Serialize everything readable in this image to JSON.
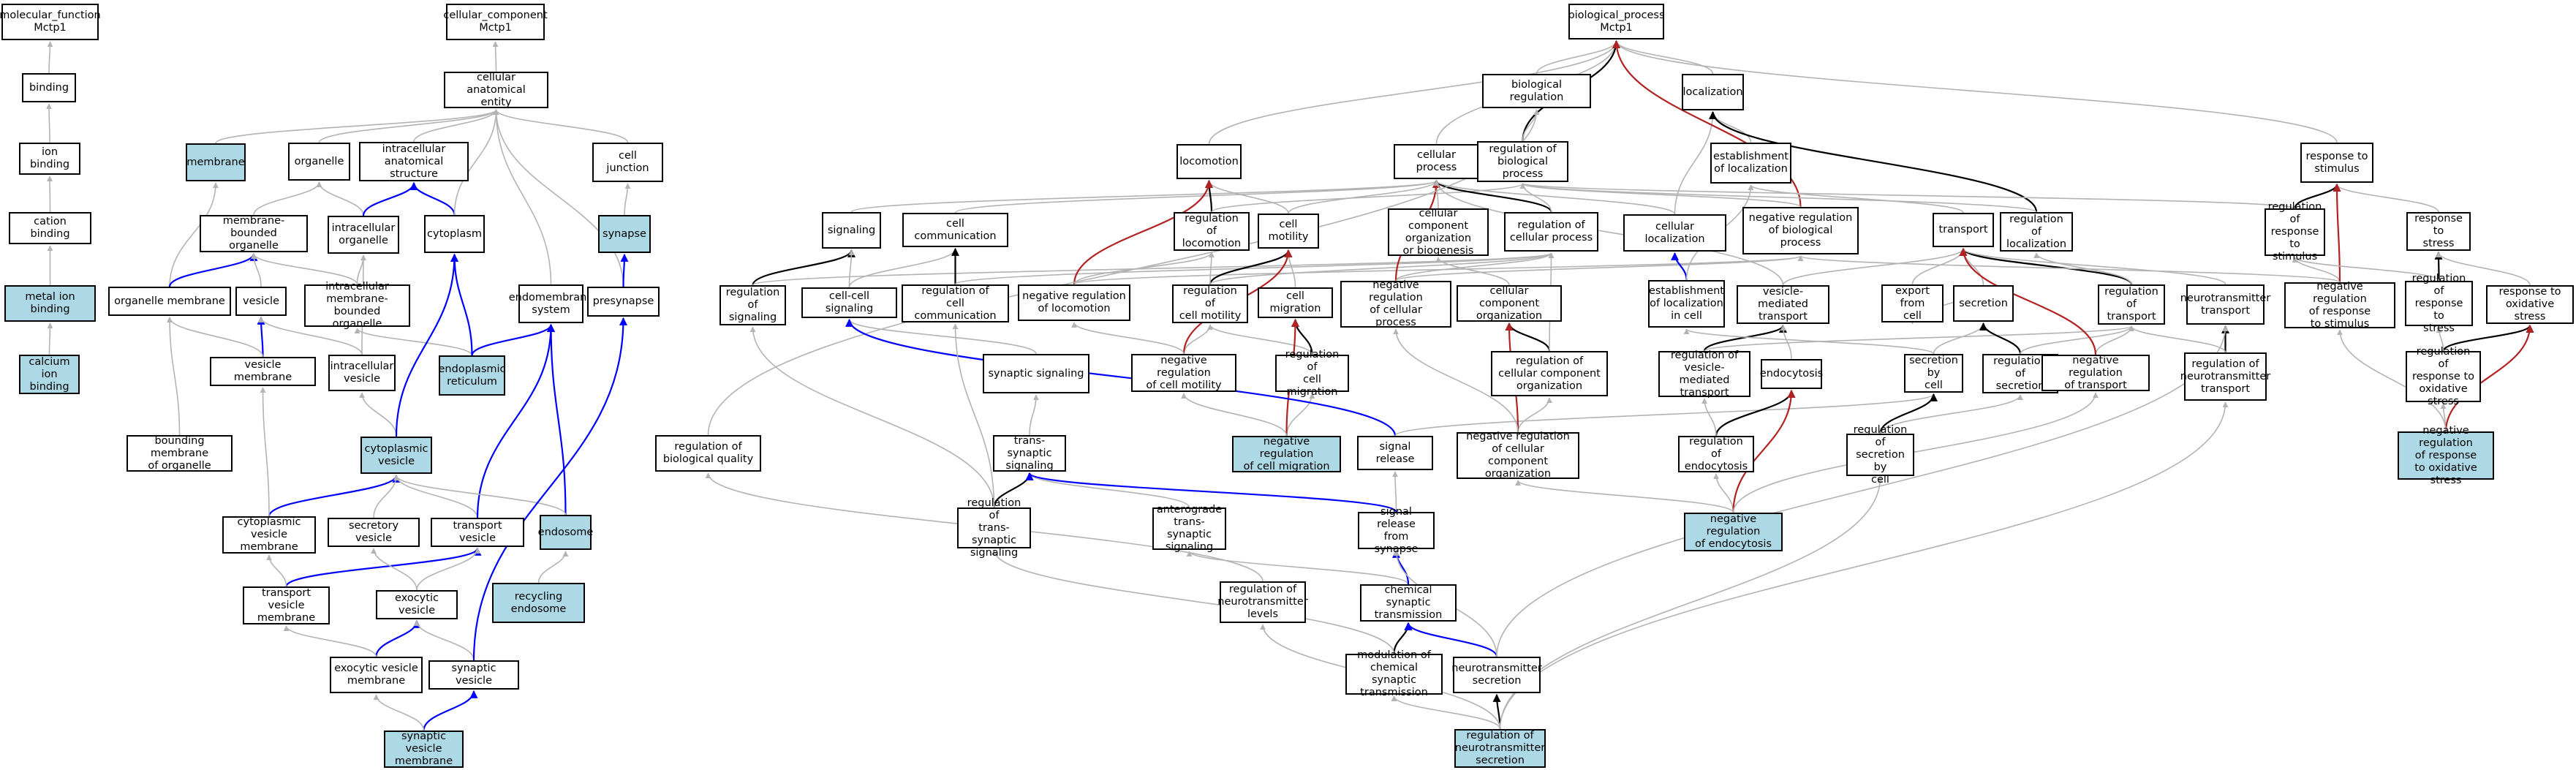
{
  "colors": {
    "highlight": "#add8e6",
    "is_a": "#b3b3b3",
    "part_of": "#0000ff",
    "regulates": "#000000",
    "negatively_regulates": "#b22222"
  },
  "nodes": [
    {
      "id": "mf",
      "label": "molecular_function\nMctp1"
    },
    {
      "id": "binding",
      "label": "binding"
    },
    {
      "id": "ionb",
      "label": "ion binding"
    },
    {
      "id": "cationb",
      "label": "cation binding"
    },
    {
      "id": "metalb",
      "label": "metal ion binding",
      "hl": true
    },
    {
      "id": "cab",
      "label": "calcium ion\nbinding",
      "hl": true
    },
    {
      "id": "cc",
      "label": "cellular_component\nMctp1"
    },
    {
      "id": "cae",
      "label": "cellular anatomical\nentity"
    },
    {
      "id": "membrane",
      "label": "membrane",
      "hl": true
    },
    {
      "id": "organelle",
      "label": "organelle"
    },
    {
      "id": "ias",
      "label": "intracellular\nanatomical structure"
    },
    {
      "id": "celljunction",
      "label": "cell junction"
    },
    {
      "id": "mbo",
      "label": "membrane-bounded\norganelle"
    },
    {
      "id": "intorg",
      "label": "intracellular\norganelle"
    },
    {
      "id": "cytoplasm",
      "label": "cytoplasm"
    },
    {
      "id": "synapse",
      "label": "synapse",
      "hl": true
    },
    {
      "id": "orgmem",
      "label": "organelle membrane"
    },
    {
      "id": "vesicle",
      "label": "vesicle"
    },
    {
      "id": "imbo",
      "label": "intracellular\nmembrane-bounded\norganelle"
    },
    {
      "id": "endosys",
      "label": "endomembrane\nsystem"
    },
    {
      "id": "presyn",
      "label": "presynapse"
    },
    {
      "id": "vesmem",
      "label": "vesicle membrane"
    },
    {
      "id": "intves",
      "label": "intracellular\nvesicle"
    },
    {
      "id": "er",
      "label": "endoplasmic\nreticulum",
      "hl": true
    },
    {
      "id": "bmo",
      "label": "bounding membrane\nof organelle"
    },
    {
      "id": "cytves",
      "label": "cytoplasmic\nvesicle",
      "hl": true
    },
    {
      "id": "cvm",
      "label": "cytoplasmic\nvesicle membrane"
    },
    {
      "id": "secves",
      "label": "secretory vesicle"
    },
    {
      "id": "transves",
      "label": "transport vesicle"
    },
    {
      "id": "endosome",
      "label": "endosome",
      "hl": true
    },
    {
      "id": "tvm",
      "label": "transport vesicle\nmembrane"
    },
    {
      "id": "exoves",
      "label": "exocytic vesicle"
    },
    {
      "id": "recend",
      "label": "recycling endosome",
      "hl": true
    },
    {
      "id": "evm",
      "label": "exocytic vesicle\nmembrane"
    },
    {
      "id": "synves",
      "label": "synaptic vesicle"
    },
    {
      "id": "svm",
      "label": "synaptic vesicle\nmembrane",
      "hl": true
    },
    {
      "id": "bp",
      "label": "biological_process\nMctp1"
    },
    {
      "id": "bioreg",
      "label": "biological regulation"
    },
    {
      "id": "localization",
      "label": "localization"
    },
    {
      "id": "locomotion",
      "label": "locomotion"
    },
    {
      "id": "cellproc",
      "label": "cellular process"
    },
    {
      "id": "regbp",
      "label": "regulation of\nbiological process"
    },
    {
      "id": "estloc",
      "label": "establishment\nof localization"
    },
    {
      "id": "respstim",
      "label": "response to\nstimulus"
    },
    {
      "id": "signaling",
      "label": "signaling"
    },
    {
      "id": "cellcomm",
      "label": "cell communication"
    },
    {
      "id": "regloco",
      "label": "regulation of\nlocomotion"
    },
    {
      "id": "cellmot",
      "label": "cell motility"
    },
    {
      "id": "ccob",
      "label": "cellular component\norganization\nor biogenesis"
    },
    {
      "id": "regcp",
      "label": "regulation of\ncellular process"
    },
    {
      "id": "cellloc",
      "label": "cellular localization"
    },
    {
      "id": "negregbp",
      "label": "negative regulation\nof biological\nprocess"
    },
    {
      "id": "transport",
      "label": "transport"
    },
    {
      "id": "regloc",
      "label": "regulation of\nlocalization"
    },
    {
      "id": "regrs",
      "label": "regulation of\nresponse to\nstimulus"
    },
    {
      "id": "respstress",
      "label": "response to\nstress"
    },
    {
      "id": "regsig",
      "label": "regulation of\nsignaling"
    },
    {
      "id": "ccsig",
      "label": "cell-cell signaling"
    },
    {
      "id": "regcc",
      "label": "regulation of\ncell communication"
    },
    {
      "id": "negregloco",
      "label": "negative regulation\nof locomotion"
    },
    {
      "id": "regcm",
      "label": "regulation of\ncell motility"
    },
    {
      "id": "cellmig",
      "label": "cell migration"
    },
    {
      "id": "negregcp",
      "label": "negative regulation\nof cellular\nprocess"
    },
    {
      "id": "ccorg",
      "label": "cellular component\norganization"
    },
    {
      "id": "estlocincell",
      "label": "establishment\nof localization\nin cell"
    },
    {
      "id": "vmt",
      "label": "vesicle-mediated\ntransport"
    },
    {
      "id": "exportcell",
      "label": "export from\ncell"
    },
    {
      "id": "secretion",
      "label": "secretion"
    },
    {
      "id": "regtrans",
      "label": "regulation of\ntransport"
    },
    {
      "id": "nttrans",
      "label": "neurotransmitter\ntransport"
    },
    {
      "id": "negregrs",
      "label": "negative regulation\nof response\nto stimulus"
    },
    {
      "id": "regrstress",
      "label": "regulation of\nresponse to\nstress"
    },
    {
      "id": "respox",
      "label": "response to\noxidative stress"
    },
    {
      "id": "synsig",
      "label": "synaptic signaling"
    },
    {
      "id": "negregcm",
      "label": "negative regulation\nof cell motility"
    },
    {
      "id": "regcmig",
      "label": "regulation of\ncell migration"
    },
    {
      "id": "regcco",
      "label": "regulation of\ncellular component\norganization"
    },
    {
      "id": "regvmt",
      "label": "regulation of\nvesicle-mediated\ntransport"
    },
    {
      "id": "endocytosis",
      "label": "endocytosis"
    },
    {
      "id": "secbycell",
      "label": "secretion by\ncell"
    },
    {
      "id": "regsec",
      "label": "regulation of\nsecretion"
    },
    {
      "id": "negregtrans",
      "label": "negative regulation\nof transport"
    },
    {
      "id": "regntt",
      "label": "regulation of\nneurotransmitter\ntransport"
    },
    {
      "id": "regros",
      "label": "regulation of\nresponse to\noxidative stress"
    },
    {
      "id": "regbq",
      "label": "regulation of\nbiological quality"
    },
    {
      "id": "tss",
      "label": "trans-synaptic\nsignaling"
    },
    {
      "id": "negregcmig",
      "label": "negative regulation\nof cell migration",
      "hl": true
    },
    {
      "id": "sigrel",
      "label": "signal release"
    },
    {
      "id": "negregcco",
      "label": "negative regulation\nof cellular\ncomponent organization"
    },
    {
      "id": "regendo",
      "label": "regulation of\nendocytosis"
    },
    {
      "id": "regsbc",
      "label": "regulation of\nsecretion by\ncell"
    },
    {
      "id": "negregros",
      "label": "negative regulation\nof response\nto oxidative\nstress",
      "hl": true
    },
    {
      "id": "regtss",
      "label": "regulation of\ntrans-synaptic\nsignaling"
    },
    {
      "id": "atss",
      "label": "anterograde\ntrans-synaptic\nsignaling"
    },
    {
      "id": "sigrelsyn",
      "label": "signal release\nfrom synapse"
    },
    {
      "id": "negregendo",
      "label": "negative regulation\nof endocytosis",
      "hl": true
    },
    {
      "id": "regntl",
      "label": "regulation of\nneurotransmitter\nlevels"
    },
    {
      "id": "cst",
      "label": "chemical synaptic\ntransmission"
    },
    {
      "id": "modcst",
      "label": "modulation of\nchemical synaptic\ntransmission"
    },
    {
      "id": "ntsec",
      "label": "neurotransmitter\nsecretion"
    },
    {
      "id": "regntsec",
      "label": "regulation of\nneurotransmitter\nsecretion",
      "hl": true
    }
  ],
  "edges": [
    [
      "binding",
      "mf",
      "is_a"
    ],
    [
      "ionb",
      "binding",
      "is_a"
    ],
    [
      "cationb",
      "ionb",
      "is_a"
    ],
    [
      "metalb",
      "cationb",
      "is_a"
    ],
    [
      "cab",
      "metalb",
      "is_a"
    ],
    [
      "cae",
      "cc",
      "is_a"
    ],
    [
      "membrane",
      "cae",
      "is_a"
    ],
    [
      "organelle",
      "cae",
      "is_a"
    ],
    [
      "ias",
      "cae",
      "is_a"
    ],
    [
      "celljunction",
      "cae",
      "is_a"
    ],
    [
      "mbo",
      "organelle",
      "is_a"
    ],
    [
      "intorg",
      "organelle",
      "is_a"
    ],
    [
      "intorg",
      "ias",
      "part_of"
    ],
    [
      "cytoplasm",
      "ias",
      "part_of"
    ],
    [
      "cytoplasm",
      "cae",
      "is_a"
    ],
    [
      "synapse",
      "celljunction",
      "is_a"
    ],
    [
      "orgmem",
      "membrane",
      "is_a"
    ],
    [
      "orgmem",
      "mbo",
      "part_of"
    ],
    [
      "vesicle",
      "mbo",
      "is_a"
    ],
    [
      "imbo",
      "mbo",
      "is_a"
    ],
    [
      "imbo",
      "intorg",
      "is_a"
    ],
    [
      "endosys",
      "cae",
      "is_a"
    ],
    [
      "presyn",
      "cae",
      "is_a"
    ],
    [
      "presyn",
      "synapse",
      "part_of"
    ],
    [
      "vesmem",
      "vesicle",
      "part_of"
    ],
    [
      "vesmem",
      "orgmem",
      "is_a"
    ],
    [
      "intves",
      "vesicle",
      "is_a"
    ],
    [
      "intves",
      "intorg",
      "is_a"
    ],
    [
      "er",
      "imbo",
      "is_a"
    ],
    [
      "er",
      "cytoplasm",
      "part_of"
    ],
    [
      "er",
      "endosys",
      "part_of"
    ],
    [
      "bmo",
      "orgmem",
      "is_a"
    ],
    [
      "cytves",
      "intves",
      "is_a"
    ],
    [
      "cytves",
      "cytoplasm",
      "part_of"
    ],
    [
      "cvm",
      "cytves",
      "part_of"
    ],
    [
      "cvm",
      "vesmem",
      "is_a"
    ],
    [
      "secves",
      "cytves",
      "is_a"
    ],
    [
      "transves",
      "cytves",
      "is_a"
    ],
    [
      "transves",
      "endosys",
      "part_of"
    ],
    [
      "endosome",
      "endosys",
      "part_of"
    ],
    [
      "endosome",
      "cytves",
      "is_a"
    ],
    [
      "tvm",
      "transves",
      "part_of"
    ],
    [
      "tvm",
      "cvm",
      "is_a"
    ],
    [
      "exoves",
      "transves",
      "is_a"
    ],
    [
      "exoves",
      "secves",
      "is_a"
    ],
    [
      "recend",
      "endosome",
      "is_a"
    ],
    [
      "evm",
      "exoves",
      "part_of"
    ],
    [
      "evm",
      "tvm",
      "is_a"
    ],
    [
      "synves",
      "exoves",
      "is_a"
    ],
    [
      "synves",
      "presyn",
      "part_of"
    ],
    [
      "svm",
      "synves",
      "part_of"
    ],
    [
      "svm",
      "evm",
      "is_a"
    ],
    [
      "bioreg",
      "bp",
      "is_a"
    ],
    [
      "localization",
      "bp",
      "is_a"
    ],
    [
      "locomotion",
      "bp",
      "is_a"
    ],
    [
      "cellproc",
      "bp",
      "is_a"
    ],
    [
      "regbp",
      "bp",
      "regulates"
    ],
    [
      "regbp",
      "bioreg",
      "is_a"
    ],
    [
      "estloc",
      "localization",
      "is_a"
    ],
    [
      "respstim",
      "bp",
      "is_a"
    ],
    [
      "signaling",
      "cellproc",
      "is_a"
    ],
    [
      "cellcomm",
      "cellproc",
      "is_a"
    ],
    [
      "regloco",
      "locomotion",
      "regulates"
    ],
    [
      "regloco",
      "regbp",
      "is_a"
    ],
    [
      "cellmot",
      "cellproc",
      "is_a"
    ],
    [
      "cellmot",
      "locomotion",
      "is_a"
    ],
    [
      "ccob",
      "cellproc",
      "is_a"
    ],
    [
      "regcp",
      "cellproc",
      "regulates"
    ],
    [
      "regcp",
      "regbp",
      "is_a"
    ],
    [
      "cellloc",
      "localization",
      "is_a"
    ],
    [
      "cellloc",
      "cellproc",
      "is_a"
    ],
    [
      "negregbp",
      "bp",
      "neg"
    ],
    [
      "negregbp",
      "regbp",
      "is_a"
    ],
    [
      "transport",
      "estloc",
      "is_a"
    ],
    [
      "regloc",
      "localization",
      "regulates"
    ],
    [
      "regloc",
      "regbp",
      "is_a"
    ],
    [
      "regrs",
      "respstim",
      "regulates"
    ],
    [
      "regrs",
      "regbp",
      "is_a"
    ],
    [
      "respstress",
      "respstim",
      "is_a"
    ],
    [
      "regsig",
      "signaling",
      "regulates"
    ],
    [
      "regsig",
      "regcp",
      "is_a"
    ],
    [
      "ccsig",
      "signaling",
      "is_a"
    ],
    [
      "ccsig",
      "cellcomm",
      "is_a"
    ],
    [
      "regcc",
      "cellcomm",
      "regulates"
    ],
    [
      "regcc",
      "regcp",
      "is_a"
    ],
    [
      "negregloco",
      "regloco",
      "is_a"
    ],
    [
      "negregloco",
      "locomotion",
      "neg"
    ],
    [
      "negregloco",
      "negregbp",
      "is_a"
    ],
    [
      "regcm",
      "cellmot",
      "regulates"
    ],
    [
      "regcm",
      "regloco",
      "is_a"
    ],
    [
      "regcm",
      "regcp",
      "is_a"
    ],
    [
      "cellmig",
      "cellmot",
      "is_a"
    ],
    [
      "negregcp",
      "regcp",
      "is_a"
    ],
    [
      "negregcp",
      "cellproc",
      "neg"
    ],
    [
      "negregcp",
      "negregbp",
      "is_a"
    ],
    [
      "ccorg",
      "ccob",
      "is_a"
    ],
    [
      "estlocincell",
      "cellloc",
      "part_of"
    ],
    [
      "estlocincell",
      "estloc",
      "is_a"
    ],
    [
      "vmt",
      "transport",
      "is_a"
    ],
    [
      "vmt",
      "cellproc",
      "is_a"
    ],
    [
      "exportcell",
      "transport",
      "is_a"
    ],
    [
      "secretion",
      "transport",
      "is_a"
    ],
    [
      "secretion",
      "exportcell",
      "is_a"
    ],
    [
      "regtrans",
      "transport",
      "regulates"
    ],
    [
      "regtrans",
      "regloc",
      "is_a"
    ],
    [
      "nttrans",
      "transport",
      "is_a"
    ],
    [
      "negregrs",
      "regrs",
      "is_a"
    ],
    [
      "negregrs",
      "respstim",
      "neg"
    ],
    [
      "negregrs",
      "negregbp",
      "is_a"
    ],
    [
      "regrstress",
      "respstress",
      "regulates"
    ],
    [
      "regrstress",
      "regrs",
      "is_a"
    ],
    [
      "respox",
      "respstress",
      "is_a"
    ],
    [
      "synsig",
      "ccsig",
      "is_a"
    ],
    [
      "negregcm",
      "regcm",
      "is_a"
    ],
    [
      "negregcm",
      "cellmot",
      "neg"
    ],
    [
      "negregcm",
      "negregloco",
      "is_a"
    ],
    [
      "regcmig",
      "cellmig",
      "regulates"
    ],
    [
      "regcmig",
      "regcm",
      "is_a"
    ],
    [
      "regcco",
      "ccorg",
      "regulates"
    ],
    [
      "regcco",
      "regcp",
      "is_a"
    ],
    [
      "regvmt",
      "vmt",
      "regulates"
    ],
    [
      "regvmt",
      "regtrans",
      "is_a"
    ],
    [
      "endocytosis",
      "vmt",
      "is_a"
    ],
    [
      "secbycell",
      "secretion",
      "is_a"
    ],
    [
      "secbycell",
      "estlocincell",
      "is_a"
    ],
    [
      "regsec",
      "secretion",
      "regulates"
    ],
    [
      "regsec",
      "regtrans",
      "is_a"
    ],
    [
      "negregtrans",
      "regtrans",
      "is_a"
    ],
    [
      "negregtrans",
      "transport",
      "neg"
    ],
    [
      "regntt",
      "nttrans",
      "regulates"
    ],
    [
      "regntt",
      "regtrans",
      "is_a"
    ],
    [
      "regros",
      "respox",
      "regulates"
    ],
    [
      "regros",
      "regrstress",
      "is_a"
    ],
    [
      "regbq",
      "bioreg",
      "is_a"
    ],
    [
      "tss",
      "synsig",
      "is_a"
    ],
    [
      "negregcmig",
      "regcmig",
      "is_a"
    ],
    [
      "negregcmig",
      "cellmig",
      "neg"
    ],
    [
      "negregcmig",
      "negregcm",
      "is_a"
    ],
    [
      "sigrel",
      "ccsig",
      "part_of"
    ],
    [
      "sigrel",
      "secbycell",
      "is_a"
    ],
    [
      "negregcco",
      "regcco",
      "is_a"
    ],
    [
      "negregcco",
      "ccorg",
      "neg"
    ],
    [
      "negregcco",
      "negregcp",
      "is_a"
    ],
    [
      "regendo",
      "endocytosis",
      "regulates"
    ],
    [
      "regendo",
      "regvmt",
      "is_a"
    ],
    [
      "regsbc",
      "secbycell",
      "regulates"
    ],
    [
      "regsbc",
      "regsec",
      "is_a"
    ],
    [
      "negregros",
      "regros",
      "is_a"
    ],
    [
      "negregros",
      "respox",
      "neg"
    ],
    [
      "negregros",
      "negregrs",
      "is_a"
    ],
    [
      "regtss",
      "tss",
      "regulates"
    ],
    [
      "regtss",
      "regcc",
      "is_a"
    ],
    [
      "regtss",
      "regsig",
      "is_a"
    ],
    [
      "atss",
      "tss",
      "is_a"
    ],
    [
      "sigrelsyn",
      "sigrel",
      "is_a"
    ],
    [
      "sigrelsyn",
      "tss",
      "part_of"
    ],
    [
      "negregendo",
      "regendo",
      "is_a"
    ],
    [
      "negregendo",
      "endocytosis",
      "neg"
    ],
    [
      "negregendo",
      "negregcco",
      "is_a"
    ],
    [
      "negregendo",
      "negregtrans",
      "is_a"
    ],
    [
      "regntl",
      "regbq",
      "is_a"
    ],
    [
      "cst",
      "atss",
      "is_a"
    ],
    [
      "cst",
      "sigrelsyn",
      "part_of"
    ],
    [
      "modcst",
      "cst",
      "regulates"
    ],
    [
      "modcst",
      "regtss",
      "is_a"
    ],
    [
      "ntsec",
      "cst",
      "part_of"
    ],
    [
      "ntsec",
      "sigrelsyn",
      "is_a"
    ],
    [
      "ntsec",
      "nttrans",
      "is_a"
    ],
    [
      "regntsec",
      "ntsec",
      "regulates"
    ],
    [
      "regntsec",
      "regntl",
      "is_a"
    ],
    [
      "regntsec",
      "regntt",
      "is_a"
    ],
    [
      "regntsec",
      "regsbc",
      "is_a"
    ],
    [
      "regntsec",
      "modcst",
      "is_a"
    ]
  ]
}
